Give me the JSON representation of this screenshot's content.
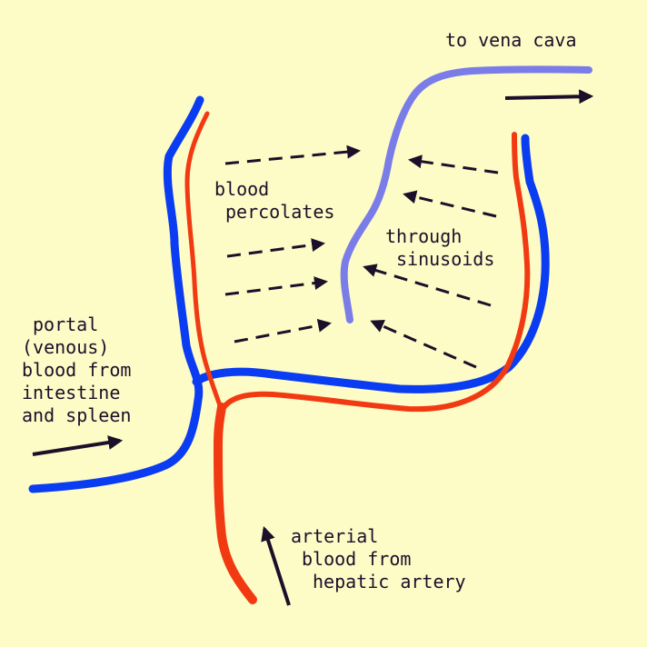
{
  "labels": {
    "vena_cava": "to vena cava",
    "blood_percolates": [
      "blood",
      "percolates"
    ],
    "through_sinusoids": [
      "through",
      "sinusoids"
    ],
    "portal": [
      "portal",
      "(venous)",
      "blood from",
      "intestine",
      "and spleen"
    ],
    "arterial": [
      "arterial",
      "blood from",
      "hepatic artery"
    ]
  },
  "colors": {
    "background": "#fdfbc6",
    "portal_vein": "#0a3cf2",
    "hepatic_artery": "#f23a12",
    "central_vein": "#7a7de8",
    "arrows": "#1c0f2a",
    "text": "#1c0f2a"
  }
}
